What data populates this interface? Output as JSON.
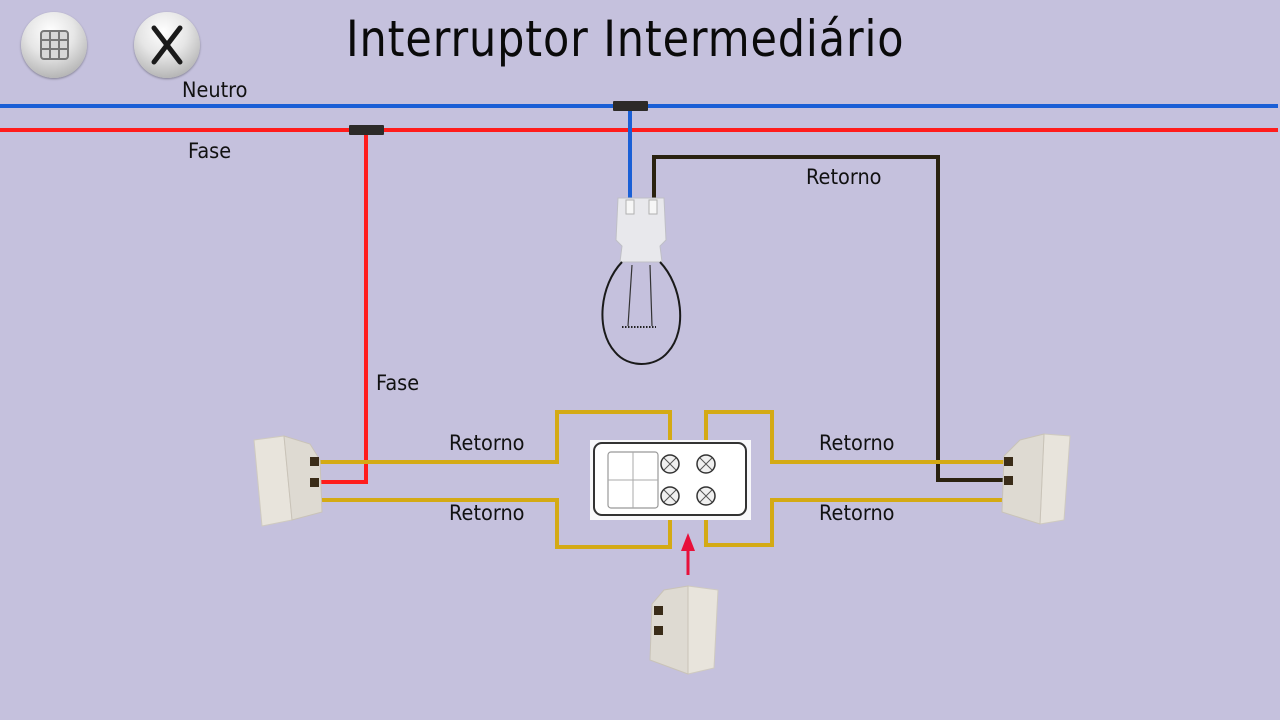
{
  "header": {
    "title": "Interruptor Intermediário",
    "menu_button_icon": "grid-icon",
    "close_button_icon": "close-x-icon"
  },
  "wires": {
    "neutral_color": "#1a5fd6",
    "phase_color": "#ff1c1c",
    "return_yellow_color": "#d4aa14",
    "return_dark_color": "#2a2210",
    "connector_color": "#2d2a28",
    "arrow_color": "#e8103a"
  },
  "labels": {
    "neutro": "Neutro",
    "fase_top": "Fase",
    "fase_vertical": "Fase",
    "retorno_lamp": "Retorno",
    "retorno_left_top": "Retorno",
    "retorno_left_bottom": "Retorno",
    "retorno_right_top": "Retorno",
    "retorno_right_bottom": "Retorno"
  },
  "components": {
    "lamp": "lamp-bulb-with-socket",
    "left_switch": "three-way-switch",
    "right_switch": "three-way-switch",
    "intermediate_switch": "intermediate-four-way-switch",
    "intermediate_module": "four-terminal-switch-module"
  }
}
